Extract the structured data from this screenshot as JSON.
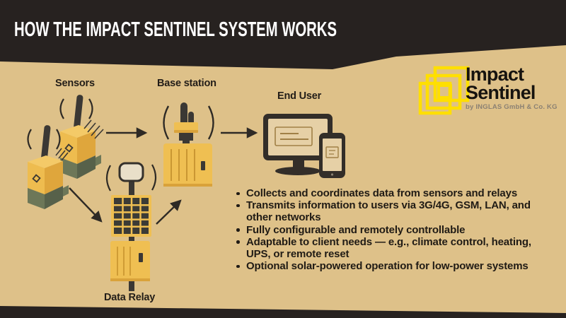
{
  "header": {
    "title": "HOW THE IMPACT SENTINEL SYSTEM WORKS"
  },
  "logo": {
    "name_line1": "Impact",
    "name_line2": "Sentinel",
    "byline": "by INGLAS GmbH & Co. KG"
  },
  "diagram": {
    "sensors_label": "Sensors",
    "base_station_label": "Base station",
    "end_user_label": "End User",
    "data_relay_label": "Data Relay",
    "connections": [
      {
        "from": "sensors",
        "to": "base-station"
      },
      {
        "from": "base-station",
        "to": "end-user"
      },
      {
        "from": "sensors",
        "to": "data-relay"
      },
      {
        "from": "data-relay",
        "to": "base-station"
      }
    ]
  },
  "features": {
    "items": [
      "Collects and coordinates data from sensors and relays",
      "Transmits information to users via 3G/4G, GSM, LAN, and other networks",
      "Fully configurable and remotely controllable",
      "Adaptable to client needs — e.g., climate control, heating, UPS, or remote reset",
      "Optional solar-powered operation for low-power systems"
    ]
  },
  "colors": {
    "background": "#dec189",
    "band_black": "#272220",
    "device_yellow": "#efbf52",
    "device_yellow_dark": "#d9a23a",
    "logo_yellow": "#ffdf00",
    "olive_base": "#6d7758",
    "ink": "#2e2a25",
    "screen_tan": "#e6d0a6"
  }
}
